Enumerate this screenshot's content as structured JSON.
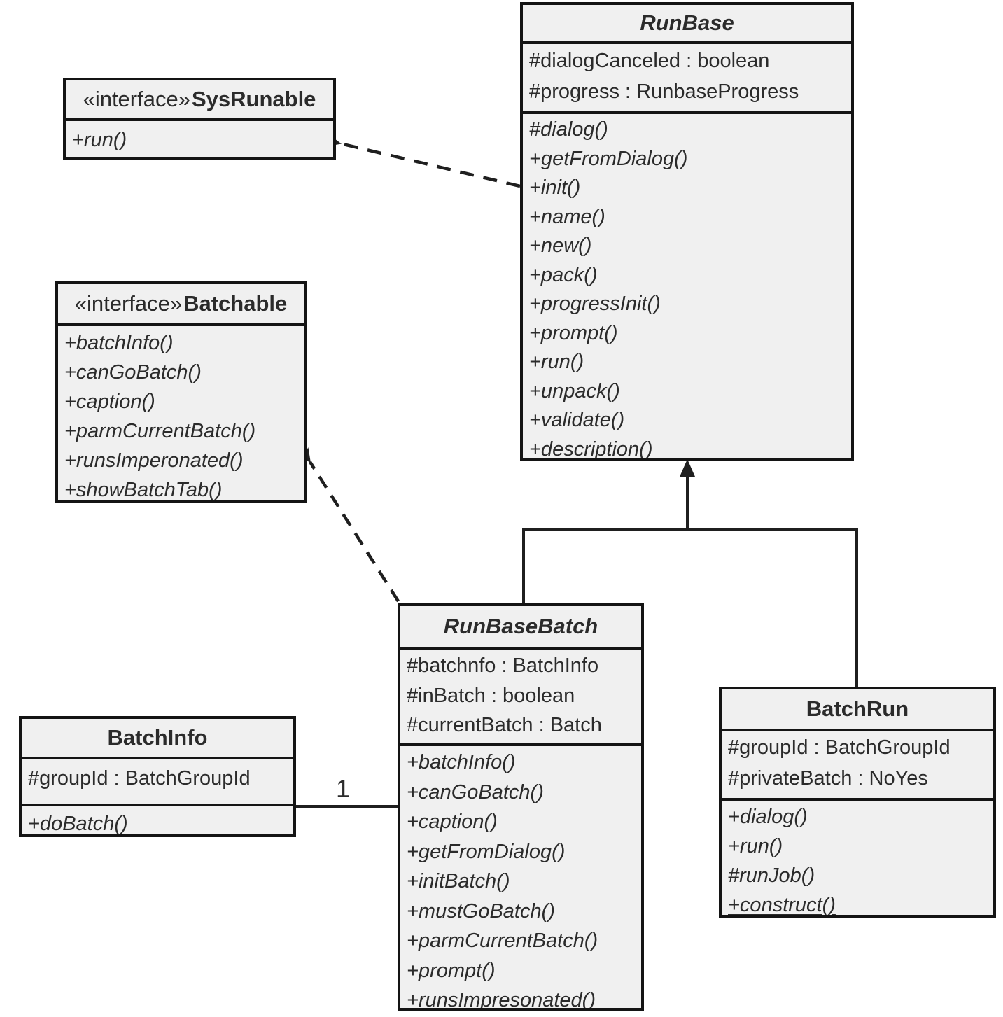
{
  "diagram": {
    "title": "RunBase framework UML class diagram",
    "colors": {
      "box_fill": "#f0f0f0",
      "border": "#141414",
      "text": "#2b2b2b"
    },
    "classes": [
      {
        "name": "RunBase",
        "abstract": true,
        "attributes": [
          {
            "text": "#dialogCanceled : boolean"
          },
          {
            "text": "#progress : RunbaseProgress"
          }
        ],
        "methods": [
          {
            "text": "#dialog()"
          },
          {
            "text": "+getFromDialog()"
          },
          {
            "text": "+init()"
          },
          {
            "text": "+name()"
          },
          {
            "text": "+new()"
          },
          {
            "text": "+pack()"
          },
          {
            "text": "+progressInit()"
          },
          {
            "text": "+prompt()"
          },
          {
            "text": "+run()"
          },
          {
            "text": "+unpack()"
          },
          {
            "text": "+validate()"
          },
          {
            "text": "+description()",
            "underline": true
          }
        ]
      },
      {
        "stereotype": "«interface»",
        "name": "SysRunable",
        "methods": [
          {
            "text": "+run()"
          }
        ]
      },
      {
        "stereotype": "«interface»",
        "name": "Batchable",
        "methods": [
          {
            "text": "+batchInfo()"
          },
          {
            "text": "+canGoBatch()"
          },
          {
            "text": "+caption()"
          },
          {
            "text": "+parmCurrentBatch()"
          },
          {
            "text": "+runsImperonated()"
          },
          {
            "text": "+showBatchTab()"
          }
        ]
      },
      {
        "name": "RunBaseBatch",
        "abstract": true,
        "attributes": [
          {
            "text": "#batchnfo : BatchInfo"
          },
          {
            "text": "#inBatch : boolean"
          },
          {
            "text": "#currentBatch : Batch"
          }
        ],
        "methods": [
          {
            "text": "+batchInfo()"
          },
          {
            "text": "+canGoBatch()"
          },
          {
            "text": "+caption()"
          },
          {
            "text": "+getFromDialog()"
          },
          {
            "text": "+initBatch()"
          },
          {
            "text": "+mustGoBatch()"
          },
          {
            "text": "+parmCurrentBatch()"
          },
          {
            "text": "+prompt()"
          },
          {
            "text": "+runsImpresonated()"
          }
        ]
      },
      {
        "name": "BatchInfo",
        "attributes": [
          {
            "text": "#groupId : BatchGroupId"
          }
        ],
        "methods": [
          {
            "text": "+doBatch()"
          }
        ]
      },
      {
        "name": "BatchRun",
        "attributes": [
          {
            "text": "#groupId : BatchGroupId"
          },
          {
            "text": "#privateBatch : NoYes"
          }
        ],
        "methods": [
          {
            "text": "+dialog()"
          },
          {
            "text": "+run()"
          },
          {
            "text": "#runJob()"
          },
          {
            "text": "+construct()",
            "underline": true
          }
        ]
      }
    ],
    "relationships": [
      {
        "type": "realization",
        "from": "RunBase",
        "to": "SysRunable",
        "line": "dashed-arrow"
      },
      {
        "type": "realization",
        "from": "RunBaseBatch",
        "to": "Batchable",
        "line": "dashed-arrow"
      },
      {
        "type": "generalization",
        "from": "RunBaseBatch",
        "to": "RunBase",
        "line": "solid-triangle"
      },
      {
        "type": "generalization",
        "from": "BatchRun",
        "to": "RunBase",
        "line": "solid-triangle"
      },
      {
        "type": "association",
        "from": "BatchInfo",
        "to": "RunBaseBatch",
        "multiplicity": "1"
      }
    ],
    "labels": {
      "multiplicity_1": "1"
    }
  }
}
